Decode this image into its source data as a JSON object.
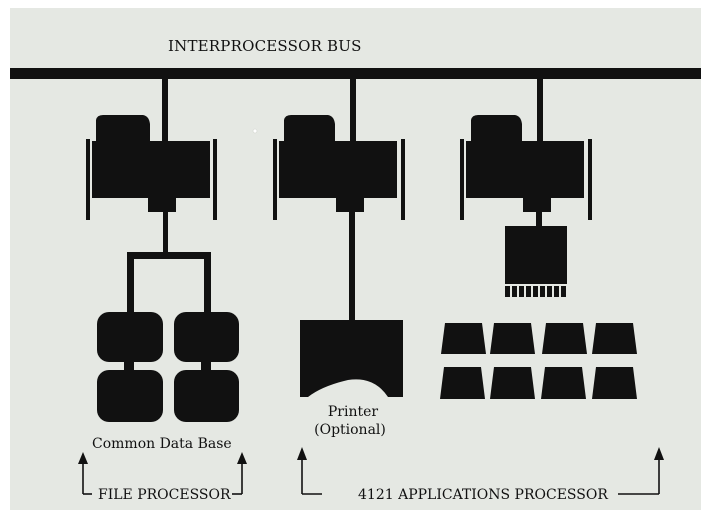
{
  "bus": {
    "label": "INTERPROCESSOR BUS"
  },
  "devices": {
    "printer_label_line1": "Printer",
    "printer_label_line2": "(Optional)",
    "storage_label": "Common Data Base"
  },
  "groups": {
    "file_processor": "FILE PROCESSOR",
    "applications_processor": "4121 APPLICATIONS PROCESSOR"
  },
  "colors": {
    "background": "#e5e8e3",
    "ink": "#111111",
    "border": "#ffffff"
  }
}
